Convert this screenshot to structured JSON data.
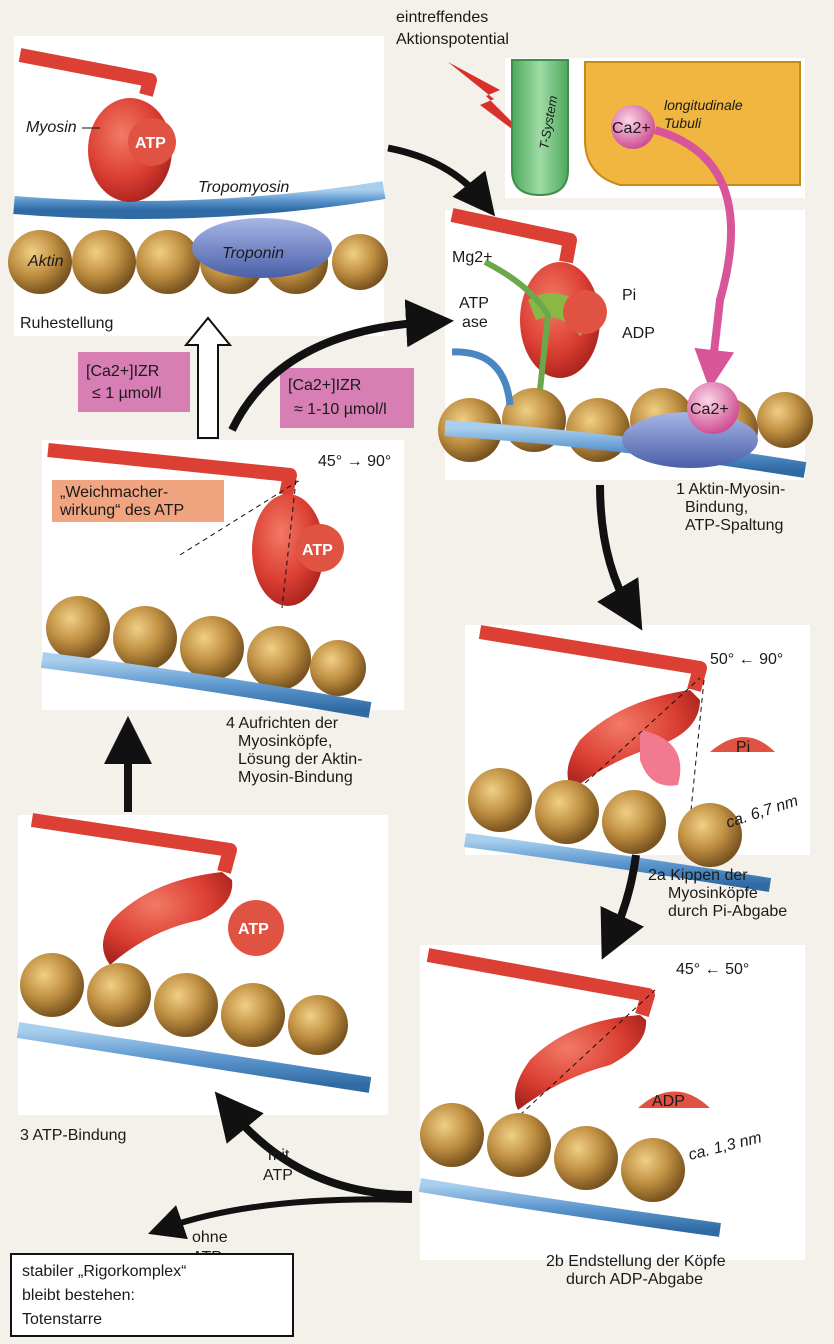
{
  "colors": {
    "myosin": "#e0473a",
    "myosin_dark": "#b32a22",
    "actin": "#b98b3a",
    "actin_light": "#e3bf7a",
    "tropomyosin": "#6ea6d6",
    "troponin": "#6f86c8",
    "calcium": "#d8559a",
    "t_system": "#6dbf78",
    "tubuli": "#f0b640",
    "label_box_pink": "#d77fb4",
    "label_box_orange": "#f0a47f",
    "arrow": "#111111"
  },
  "header": {
    "line1": "eintreffendes",
    "line2": "Aktionspotential"
  },
  "top_right": {
    "t_system": "T-System",
    "calcium": "Ca2+",
    "tubuli_line1": "longitudinale",
    "tubuli_line2": "Tubuli"
  },
  "rest_panel": {
    "myosin": "Myosin",
    "atp": "ATP",
    "tropomyosin": "Tropomyosin",
    "troponin": "Troponin",
    "aktin": "Aktin",
    "caption": "Ruhestellung"
  },
  "step1": {
    "mg": "Mg2+",
    "pi": "Pi",
    "atpase_line1": "ATP",
    "atpase_line2": "ase",
    "adp": "ADP",
    "calcium": "Ca2+",
    "caption_line1": "1 Aktin-Myosin-",
    "caption_line2": "Bindung,",
    "caption_line3": "ATP-Spaltung"
  },
  "ca_boxes": {
    "low_line1": "[Ca2+]IZR",
    "low_line2": "≤ 1 µmol/l",
    "high_line1": "[Ca2+]IZR",
    "high_line2": "≈ 1-10 µmol/l"
  },
  "step4": {
    "angle": "45° → 90°",
    "softener_line1": "„Weichmacher-",
    "softener_line2": "wirkung“ des ATP",
    "atp": "ATP",
    "caption_line1": "4 Aufrichten der",
    "caption_line2": "Myosinköpfe,",
    "caption_line3": "Lösung der Aktin-",
    "caption_line4": "Myosin-Bindung"
  },
  "step2a": {
    "angle": "50° ← 90°",
    "pi": "Pi",
    "distance": "ca. 6,7 nm",
    "caption_line1": "2a Kippen der",
    "caption_line2": "Myosinköpfe",
    "caption_line3": "durch Pi-Abgabe"
  },
  "step3": {
    "atp": "ATP",
    "caption": "3 ATP-Bindung"
  },
  "step2b": {
    "angle": "45° ← 50°",
    "adp": "ADP",
    "distance": "ca. 1,3 nm",
    "caption_line1": "2b Endstellung der Köpfe",
    "caption_line2": "durch ADP-Abgabe"
  },
  "branch": {
    "with_line1": "mit",
    "with_line2": "ATP",
    "without_line1": "ohne",
    "without_line2": "ATP"
  },
  "rigor_box": {
    "line1": "stabiler „Rigorkomplex“",
    "line2": "bleibt bestehen:",
    "line3": "Totenstarre"
  }
}
